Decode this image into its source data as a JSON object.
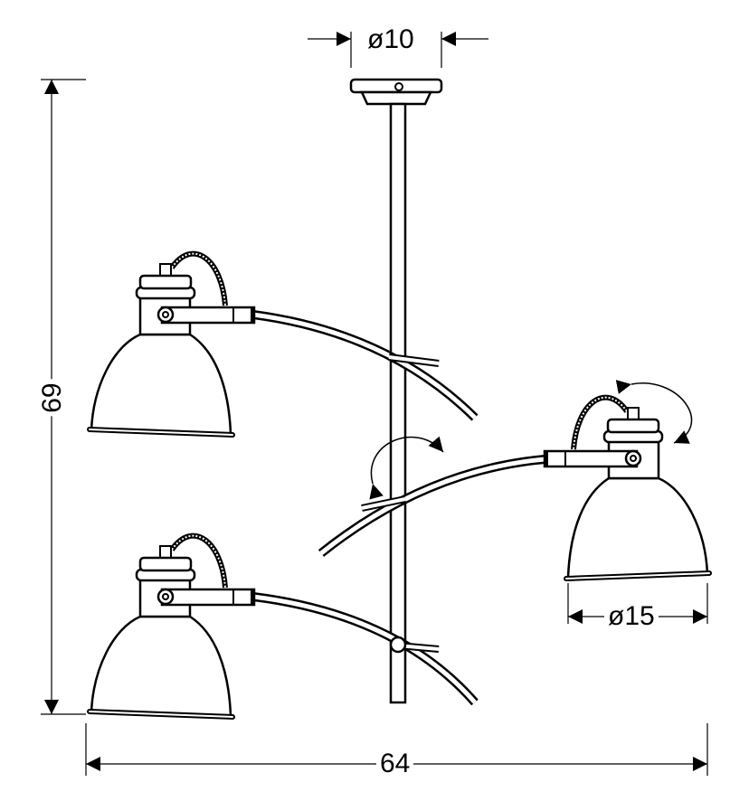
{
  "dimensions": {
    "canopy_diameter": "ø10",
    "height": "69",
    "width": "64",
    "shade_diameter": "ø15"
  },
  "colors": {
    "line": "#000000",
    "fill": "#ffffff"
  }
}
